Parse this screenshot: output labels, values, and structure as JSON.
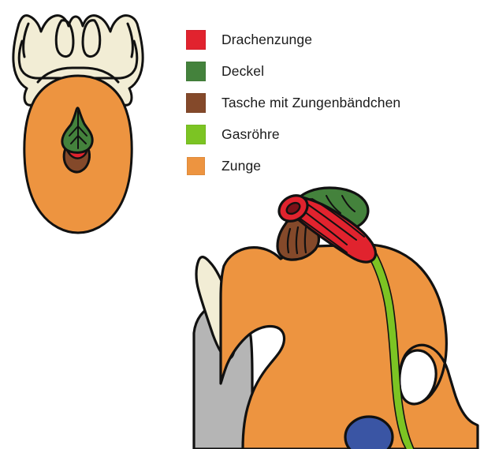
{
  "legend": {
    "items": [
      {
        "label": "Drachenzunge",
        "color": "#E1232E",
        "swatch_name": "legend-swatch-drachenzunge"
      },
      {
        "label": "Deckel",
        "color": "#44823C",
        "swatch_name": "legend-swatch-deckel"
      },
      {
        "label": "Tasche mit Zungenbändchen",
        "color": "#84492A",
        "swatch_name": "legend-swatch-tasche"
      },
      {
        "label": "Gasröhre",
        "color": "#7CC423",
        "swatch_name": "legend-swatch-gasroehre"
      },
      {
        "label": "Zunge",
        "color": "#ED9440",
        "swatch_name": "legend-swatch-zunge"
      }
    ]
  },
  "figures": {
    "top_view": {
      "name": "dragon-mouth-top-view",
      "parts": [
        {
          "name": "upper-jaw-palate",
          "color": "#F2EDD5"
        },
        {
          "name": "tongue-body",
          "color": "#ED9440"
        },
        {
          "name": "lid-deckel",
          "color": "#44823C"
        },
        {
          "name": "pocket-tasche",
          "color": "#84492A"
        },
        {
          "name": "dragon-tongue-slit",
          "color": "#E1232E"
        }
      ]
    },
    "section_view": {
      "name": "dragon-head-sagittal-section",
      "parts": [
        {
          "name": "lower-jaw-bone",
          "color": "#B5B5B5"
        },
        {
          "name": "fang-tooth",
          "color": "#F2EDD5"
        },
        {
          "name": "tongue-body",
          "color": "#ED9440"
        },
        {
          "name": "pocket-tasche",
          "color": "#84492A"
        },
        {
          "name": "dragon-tongue",
          "color": "#E1232E"
        },
        {
          "name": "lid-deckel",
          "color": "#44823C"
        },
        {
          "name": "gas-tube-gasroehre",
          "color": "#7CC423"
        },
        {
          "name": "gland-organ",
          "color": "#3A55A4"
        }
      ]
    }
  },
  "style": {
    "outline": "#111111",
    "background": "#FFFFFF"
  }
}
